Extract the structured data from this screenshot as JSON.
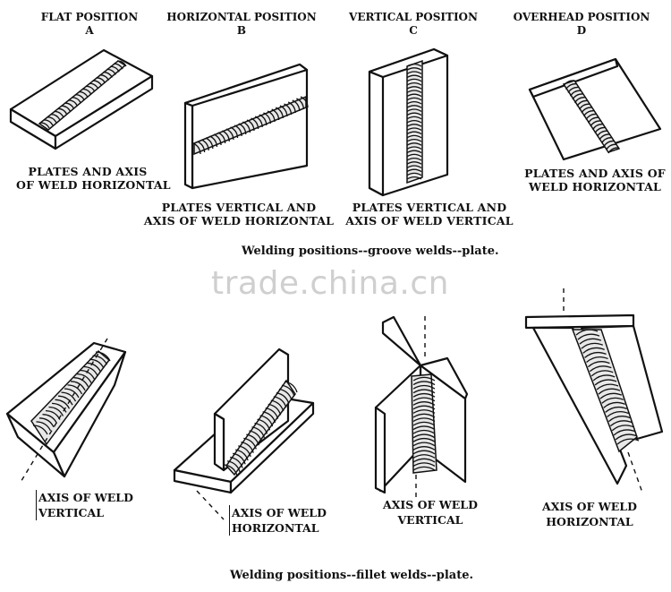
{
  "groove": {
    "positions": [
      {
        "title": "FLAT POSITION",
        "letter": "A",
        "desc1": "PLATES AND AXIS",
        "desc2": "OF WELD HORIZONTAL"
      },
      {
        "title": "HORIZONTAL POSITION",
        "letter": "B",
        "desc1": "PLATES VERTICAL AND",
        "desc2": "AXIS OF WELD HORIZONTAL"
      },
      {
        "title": "VERTICAL POSITION",
        "letter": "C",
        "desc1": "PLATES VERTICAL AND",
        "desc2": "AXIS OF WELD VERTICAL"
      },
      {
        "title": "OVERHEAD POSITION",
        "letter": "D",
        "desc1": "PLATES AND AXIS OF",
        "desc2": "WELD HORIZONTAL"
      }
    ],
    "caption": "Welding positions--groove welds--plate."
  },
  "fillet": {
    "labels": [
      {
        "line1": "AXIS OF WELD",
        "line2": "VERTICAL"
      },
      {
        "line1": "AXIS OF WELD",
        "line2": "HORIZONTAL"
      },
      {
        "line1": "AXIS OF WELD",
        "line2": "VERTICAL"
      },
      {
        "line1": "AXIS OF WELD",
        "line2": "HORIZONTAL"
      }
    ],
    "caption": "Welding positions--fillet welds--plate."
  },
  "watermark": "trade.china.cn"
}
